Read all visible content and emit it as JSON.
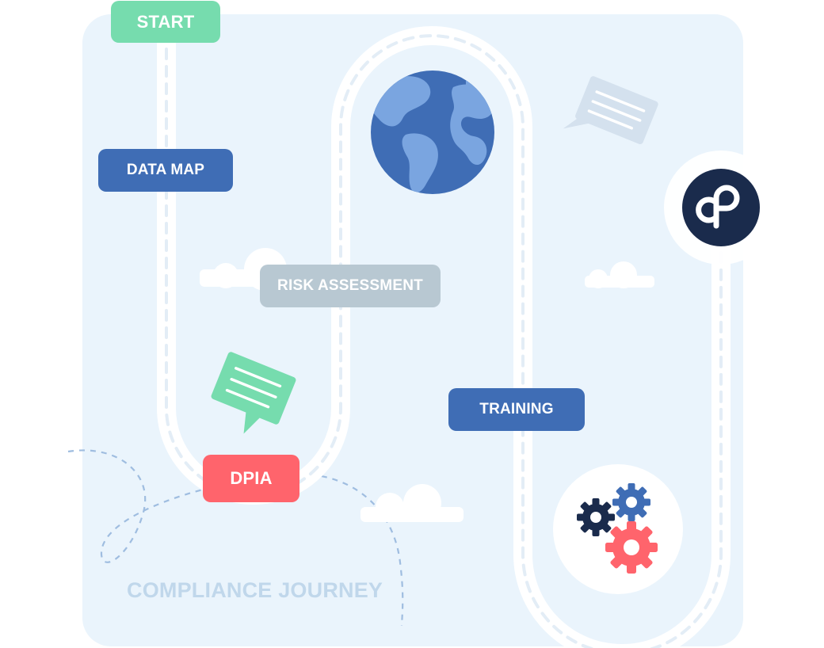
{
  "milestones": {
    "start": "START",
    "data_map": "DATA MAP",
    "risk_assessment": "RISK ASSESSMENT",
    "dpia": "DPIA",
    "training": "TRAINING"
  },
  "caption": "COMPLIANCE JOURNEY",
  "icons": {
    "globe": "globe-icon",
    "brand": "brand-logo-icon",
    "gears": "gears-icon",
    "chat": "chat-bubble-icon",
    "cloud": "cloud-icon"
  },
  "colors": {
    "panel": "#eaf4fc",
    "road": "#ffffff",
    "road_dash": "#e3edf6",
    "start": "#76dcae",
    "primary": "#3f6db5",
    "risk": "#b8c8d2",
    "dpia": "#ff646c",
    "caption": "#c0d7eb",
    "navy": "#1a2b4c",
    "globe_ocean": "#3f6db5",
    "globe_land": "#7aa5e0"
  }
}
